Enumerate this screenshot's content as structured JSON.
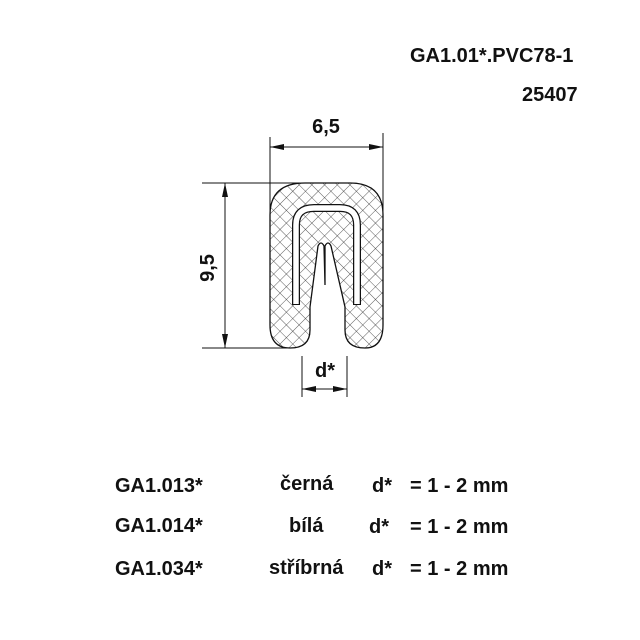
{
  "header": {
    "part_number": "GA1.01*.PVC78-1",
    "code": "25407"
  },
  "drawing": {
    "width_label": "6,5",
    "height_label": "9,5",
    "gap_label": "d*"
  },
  "variants": [
    {
      "code": "GA1.013*",
      "color": "černá",
      "param": "d*",
      "range": "= 1 - 2 mm"
    },
    {
      "code": "GA1.014*",
      "color": "bílá",
      "param": "d*",
      "range": "= 1 - 2 mm"
    },
    {
      "code": "GA1.034*",
      "color": "stříbrná",
      "param": "d*",
      "range": "= 1 - 2 mm"
    }
  ]
}
